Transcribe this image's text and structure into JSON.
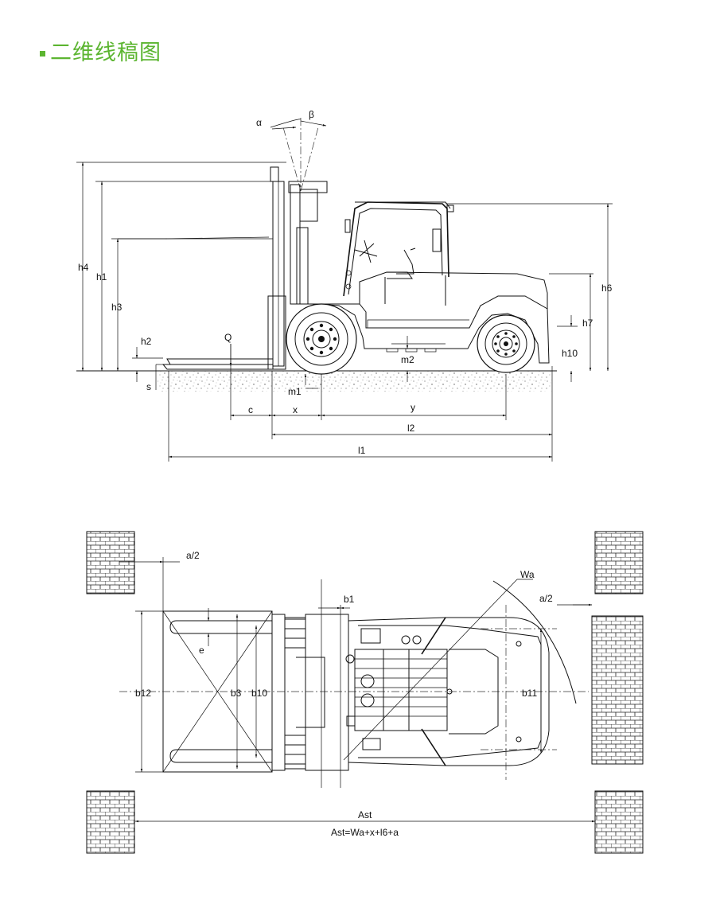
{
  "header": {
    "title": "二维线稿图",
    "accent_color": "#5cb531"
  },
  "side_view": {
    "labels": {
      "alpha": "α",
      "beta": "β",
      "h4": "h4",
      "h1": "h1",
      "h3": "h3",
      "h2": "h2",
      "s": "s",
      "Q": "Q",
      "m1": "m1",
      "m2": "m2",
      "h6": "h6",
      "h7": "h7",
      "h10": "h10",
      "c": "c",
      "x": "x",
      "y": "y",
      "l2": "l2",
      "l1": "l1"
    }
  },
  "top_view": {
    "labels": {
      "a2_left": "a/2",
      "a2_right": "a/2",
      "wa": "Wa",
      "b1": "b1",
      "e": "e",
      "b12": "b12",
      "b3": "b3",
      "b10": "b10",
      "b11": "b11",
      "ast": "Ast",
      "formula": "Ast=Wa+x+l6+a"
    }
  }
}
